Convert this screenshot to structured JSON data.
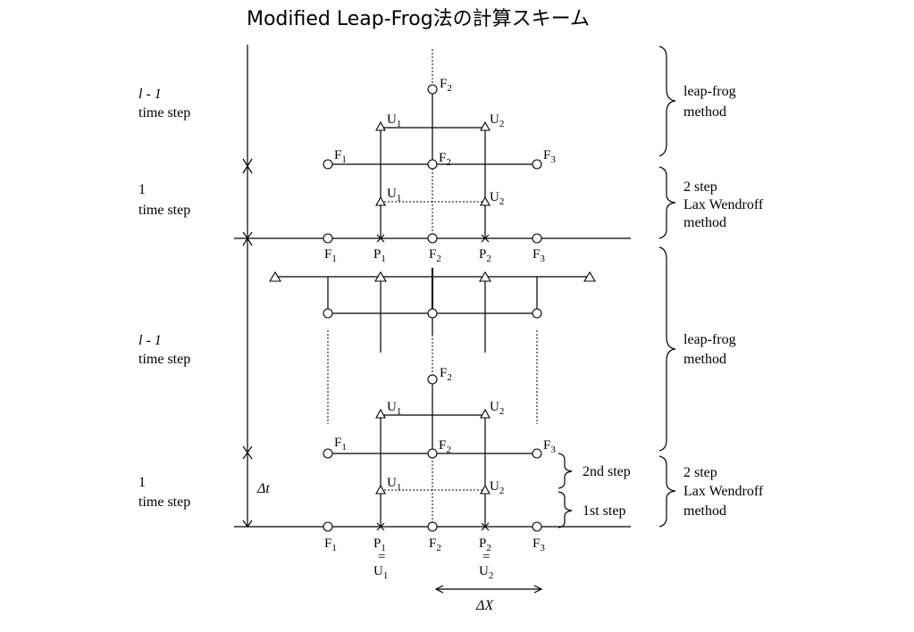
{
  "title": "Modified Leap-Frog法の計算スキーム",
  "left_labels": {
    "block1_line1": "l - 1",
    "block1_line2": "time step",
    "block2_line1": "1",
    "block2_line2": "time step",
    "block3_line1": "l - 1",
    "block3_line2": "time step",
    "block4_line1": "1",
    "block4_line2": "time step"
  },
  "delta_t": "Δt",
  "delta_x": "ΔX",
  "right_labels": {
    "brace1_line1": "leap-frog",
    "brace1_line2": "method",
    "brace2_line1": "2 step",
    "brace2_line2": "Lax Wendroff",
    "brace2_line3": "method",
    "brace3_line1": "leap-frog",
    "brace3_line2": "method",
    "brace4_line1": "2 step",
    "brace4_line2": "Lax Wendroff",
    "brace4_line3": "method",
    "sub_2nd": "2nd step",
    "sub_1st": "1st step"
  },
  "nodes": {
    "F": "F",
    "U": "U",
    "P": "P",
    "s1": "1",
    "s2": "2",
    "s3": "3",
    "eq": "="
  }
}
